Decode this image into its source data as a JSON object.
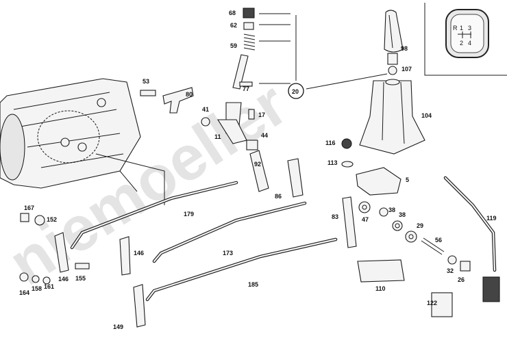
{
  "watermark": "niemoeller",
  "shift_pattern": {
    "r": "R",
    "n1": "1",
    "n2": "2",
    "n3": "3",
    "n4": "4"
  },
  "labels": {
    "p68": "68",
    "p62": "62",
    "p59": "59",
    "p77": "77",
    "p53": "53",
    "p80": "80",
    "p41": "41",
    "p17": "17",
    "p11": "11",
    "p44": "44",
    "p98": "98",
    "p107": "107",
    "p20": "20",
    "p104": "104",
    "p116": "116",
    "p113": "113",
    "p5": "5",
    "p92": "92",
    "p86": "86",
    "p167": "167",
    "p152": "152",
    "p179": "179",
    "p83": "83",
    "p47": "47",
    "p38a": "38",
    "p38b": "38",
    "p29": "29",
    "p119": "119",
    "p146a": "146",
    "p146b": "146",
    "p173": "173",
    "p56": "56",
    "p164": "164",
    "p158": "158",
    "p161": "161",
    "p155": "155",
    "p185": "185",
    "p32": "32",
    "p26": "26",
    "p110": "110",
    "p122": "122",
    "p149": "149"
  }
}
